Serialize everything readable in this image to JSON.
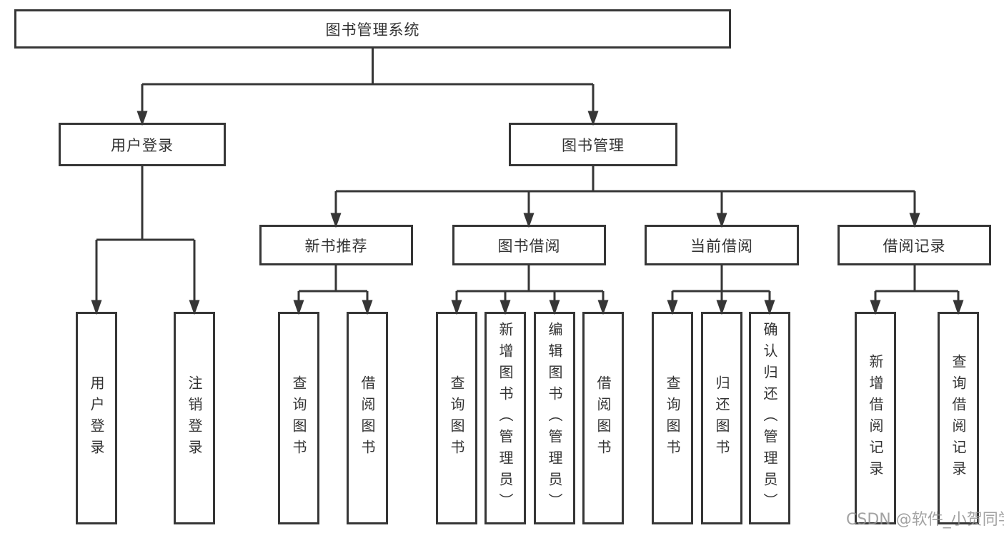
{
  "diagram": {
    "root": {
      "label": "图书管理系统"
    },
    "level2": [
      {
        "label": "用户登录"
      },
      {
        "label": "图书管理"
      }
    ],
    "level3": [
      {
        "label": "新书推荐"
      },
      {
        "label": "图书借阅"
      },
      {
        "label": "当前借阅"
      },
      {
        "label": "借阅记录"
      }
    ],
    "leaves": [
      {
        "label": "用户登录"
      },
      {
        "label": "注销登录"
      },
      {
        "label": "查询图书"
      },
      {
        "label": "借阅图书"
      },
      {
        "label": "查询图书"
      },
      {
        "label": "新增图书（管理员）"
      },
      {
        "label": "编辑图书（管理员）"
      },
      {
        "label": "借阅图书"
      },
      {
        "label": "查询图书"
      },
      {
        "label": "归还图书"
      },
      {
        "label": "确认归还（管理员）"
      },
      {
        "label": "新增借阅记录"
      },
      {
        "label": "查询借阅记录"
      }
    ]
  },
  "watermark": {
    "text": "CSDN @软件_小贺同学"
  },
  "colors": {
    "line": "#363636",
    "text": "#333333",
    "box_background": "#ffffff",
    "watermark": "#8f8f8f"
  }
}
